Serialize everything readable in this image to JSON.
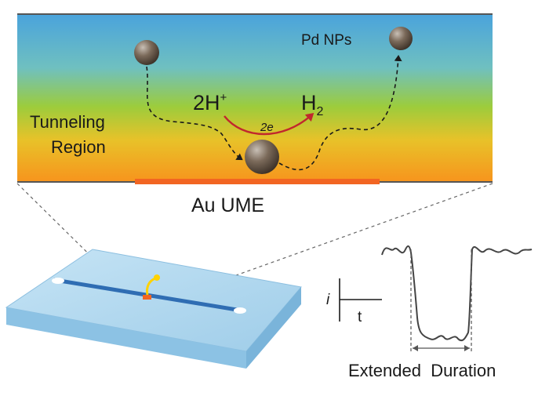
{
  "labels": {
    "pd_nps": "Pd NPs",
    "reactant": "2H",
    "reactant_charge": "+",
    "product": "H",
    "product_sub": "2",
    "electrons": "2e",
    "region_line1": "Tunneling",
    "region_line2": "Region",
    "electrode": "Au UME",
    "current_axis": "i",
    "time_axis": "t",
    "duration": "Extended  Duration"
  },
  "colors": {
    "gradient_top": "#4aa3dc",
    "gradient_mid": "#8dc63f",
    "gradient_bottom": "#f7941d",
    "electrode": "#f26522",
    "arrow_red": "#c1272d",
    "chip": "#a9d4ee",
    "chip_channel": "#2f6db3",
    "wire": "#ffd200",
    "particle": "#6b5a4b"
  }
}
